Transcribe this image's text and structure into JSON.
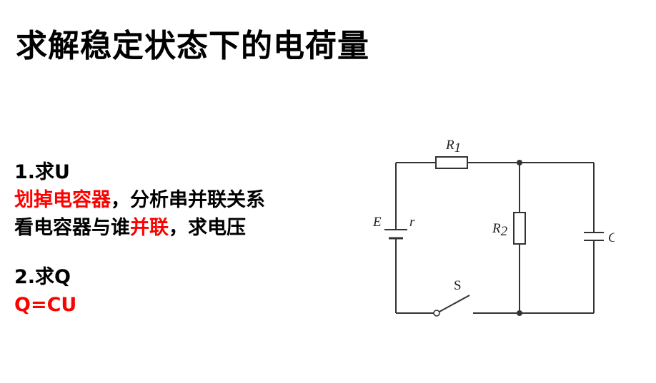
{
  "title": "求解稳定状态下的电荷量",
  "step1": {
    "heading": "1.求U",
    "line1_red": "划掉电容器",
    "line1_rest": "，分析串并联关系",
    "line2_a": "看电容器与谁",
    "line2_red": "并联",
    "line2_b": "，求电压"
  },
  "step2": {
    "heading": "2.求Q",
    "formula": "Q=CU"
  },
  "circuit": {
    "r1_main": "R",
    "r1_sub": "1",
    "r2_main": "R",
    "r2_sub": "2",
    "emf": "E",
    "internal_r": "r",
    "capacitor": "C",
    "switch": "S"
  },
  "colors": {
    "highlight": "#ff0000",
    "wire": "#333333"
  }
}
